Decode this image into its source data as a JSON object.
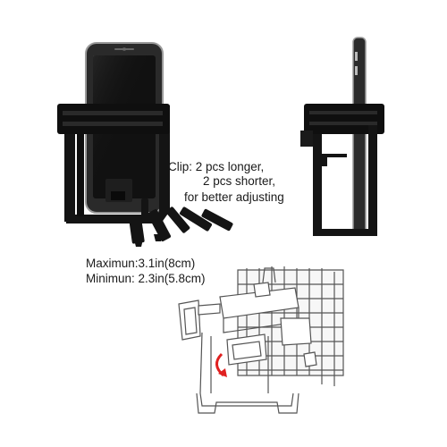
{
  "colors": {
    "background": "#ffffff",
    "holder": "#141414",
    "phone_body": "#2a2a2a",
    "phone_edge": "#8a8a8a",
    "diagram_line": "#555555",
    "arrow": "#e02020"
  },
  "clip_note": {
    "line1": "Clip: 2 pcs longer,",
    "line2": "2 pcs shorter,",
    "line3": "for better adjusting"
  },
  "dimensions": {
    "max": "Maximun:3.1in(8cm)",
    "min": "Minimun: 2.3in(5.8cm)"
  },
  "icons": {
    "rotate_arrow": "curved-arrow-icon"
  }
}
